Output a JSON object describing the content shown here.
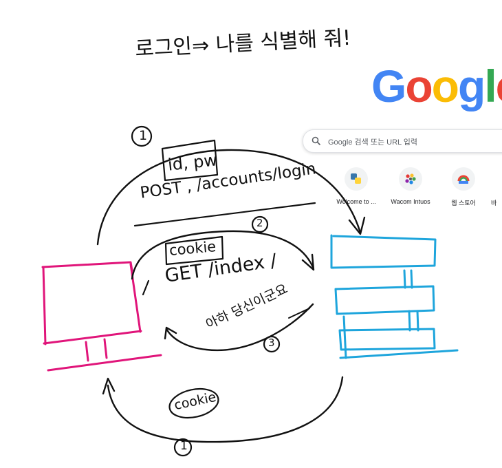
{
  "title": "로그인⇒ 나를 식별해 줘!",
  "google": {
    "logo": [
      "G",
      "o",
      "o",
      "g",
      "l",
      "e"
    ],
    "search_placeholder": "Google 검색 또는 URL 입력",
    "shortcuts": [
      {
        "label": "Welcome to ...",
        "icon": "python-icon"
      },
      {
        "label": "Wacom Intuos",
        "icon": "wacom-icon"
      },
      {
        "label": "웹 스토어",
        "icon": "webstore-icon"
      },
      {
        "label": "바",
        "icon": "shortcut-icon"
      }
    ]
  },
  "diagram": {
    "step1_top": "①",
    "step2": "②",
    "step3": "③",
    "step1_bottom": "①",
    "id_pw": "id, pw",
    "post_request": "POST , /accounts/login",
    "cookie_box": "cookie",
    "get_request": "GET /index /",
    "response_text": "아하 당신이군요",
    "cookie_oval": "cookie"
  },
  "colors": {
    "client": "#e0157a",
    "server": "#1ea5dc",
    "ink": "#111111"
  }
}
